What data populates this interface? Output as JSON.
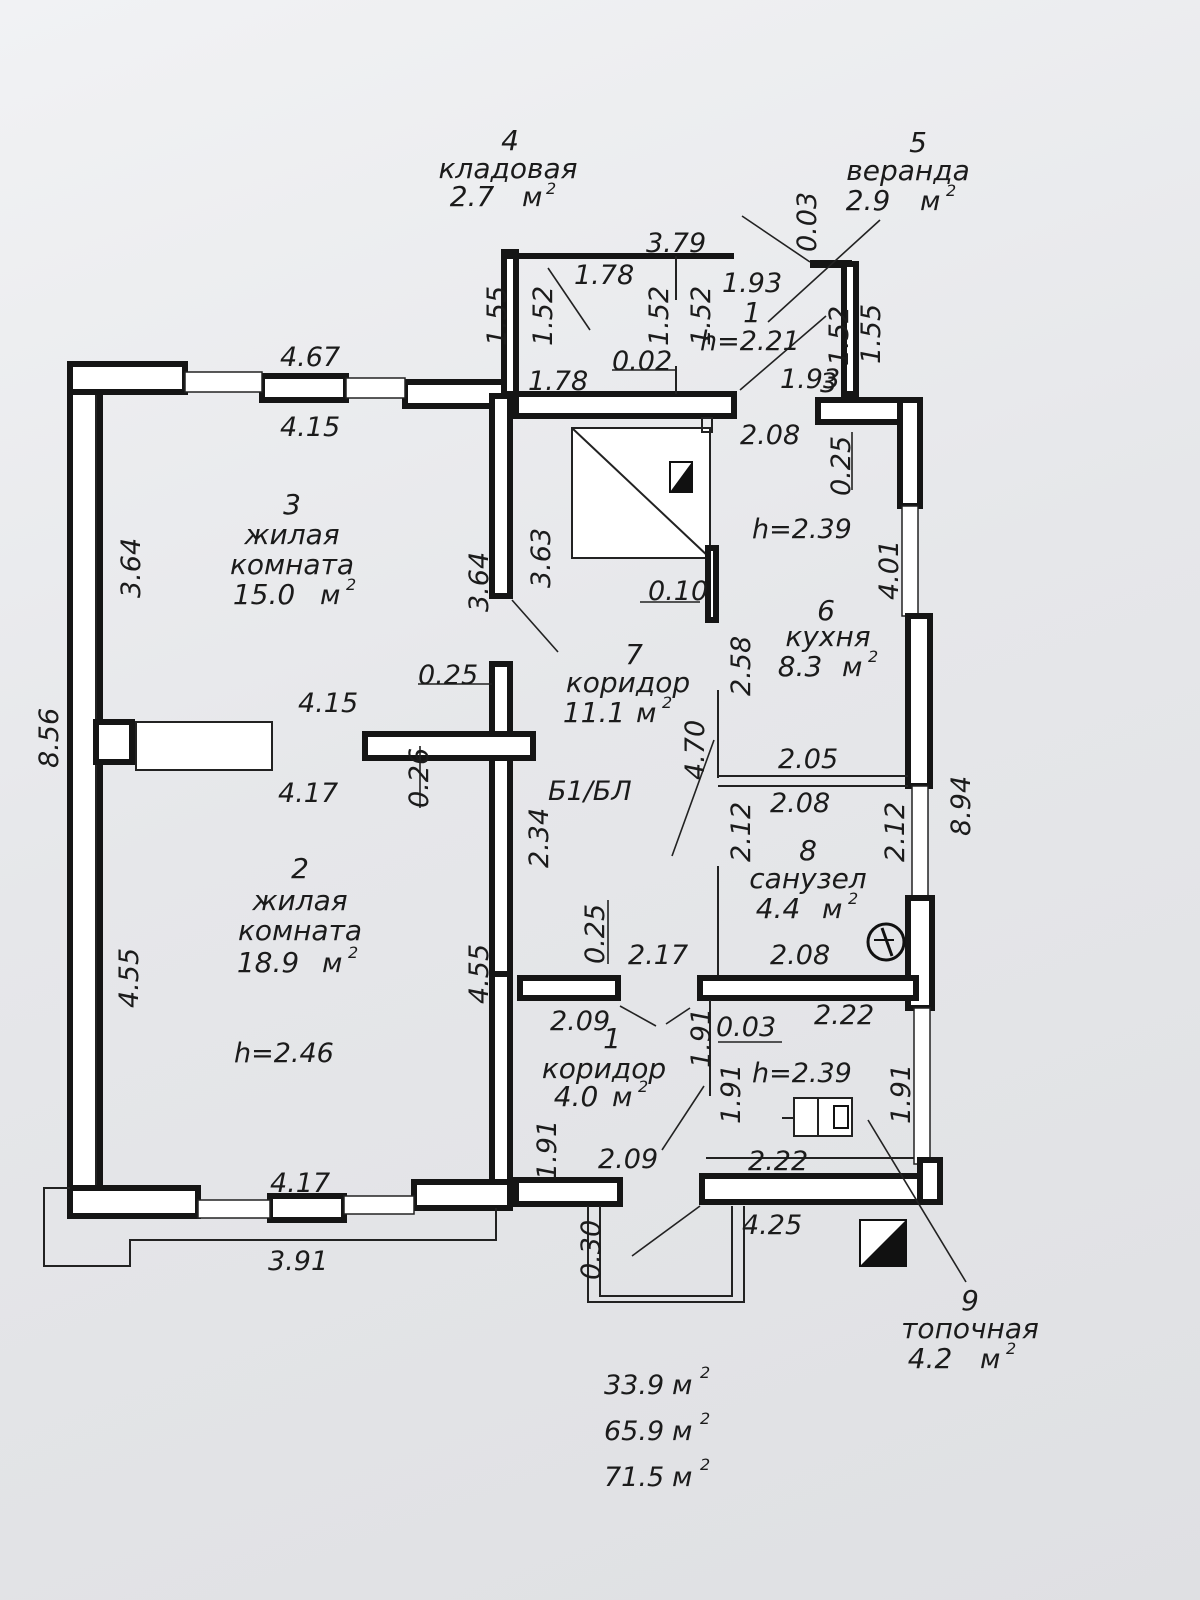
{
  "rooms": {
    "r1": {
      "num": "1",
      "name": "коридор",
      "area": "4.0",
      "unit": "м"
    },
    "r2": {
      "num": "2",
      "name1": "жилая",
      "name2": "комната",
      "area": "18.9",
      "unit": "м",
      "height": "h=2.46"
    },
    "r3": {
      "num": "3",
      "name1": "жилая",
      "name2": "комната",
      "area": "15.0",
      "unit": "м"
    },
    "r4": {
      "num": "4",
      "name": "кладовая",
      "area": "2.7",
      "unit": "м"
    },
    "r5": {
      "num": "5",
      "name": "веранда",
      "area": "2.9",
      "unit": "м"
    },
    "r6": {
      "num": "6",
      "name": "кухня",
      "area": "8.3",
      "unit": "м",
      "height": "h=2.39"
    },
    "r7": {
      "num": "7",
      "name": "коридор",
      "area": "11.1",
      "unit": "м",
      "code": "Б1/БЛ"
    },
    "r8": {
      "num": "8",
      "name": "санузел",
      "area": "4.4",
      "unit": "м"
    },
    "r9": {
      "num": "9",
      "name": "топочная",
      "area": "4.2",
      "unit": "м",
      "height": "h=2.39"
    },
    "porch": {
      "num": "1",
      "height": "h=2.21"
    }
  },
  "sup2": "2",
  "dims": {
    "d_4_67": "4.67",
    "d_4_15_top": "4.15",
    "d_3_64_l": "3.64",
    "d_3_64_r": "3.64",
    "d_3_63": "3.63",
    "d_8_56": "8.56",
    "d_4_15_mid": "4.15",
    "d_4_17_mid": "4.17",
    "d_0_26": "0.26",
    "d_0_25_a": "0.25",
    "d_4_55_l": "4.55",
    "d_4_55_r": "4.55",
    "d_4_17_bot": "4.17",
    "d_3_91": "3.91",
    "d_2_34": "2.34",
    "d_0_25_b": "0.25",
    "d_2_17": "2.17",
    "d_2_09_top": "2.09",
    "d_2_09_bot": "2.09",
    "d_1_91_a": "1.91",
    "d_1_91_b": "1.91",
    "d_1_91_c": "1.91",
    "d_1_91_d": "1.91",
    "d_0_03_a": "0.03",
    "d_0_30": "0.30",
    "d_3_79": "3.79",
    "d_1_78_top": "1.78",
    "d_1_78_bot": "1.78",
    "d_1_55_l": "1.55",
    "d_1_52_a": "1.52",
    "d_1_52_b": "1.52",
    "d_1_52_c": "1.52",
    "d_1_52_d": "1.52",
    "d_1_93_top": "1.93",
    "d_1_93_bot": "1.93",
    "d_0_02": "0.02",
    "d_0_03_b": "0.03",
    "d_1_55_r": "1.55",
    "d_2_08_a": "2.08",
    "d_0_25_c": "0.25",
    "d_0_10": "0.10",
    "d_4_01": "4.01",
    "d_2_58": "2.58",
    "d_4_70": "4.70",
    "d_2_05": "2.05",
    "d_2_08_b": "2.08",
    "d_2_12_a": "2.12",
    "d_2_12_b": "2.12",
    "d_8_94": "8.94",
    "d_2_08_c": "2.08",
    "d_2_22_top": "2.22",
    "d_2_22_bot": "2.22",
    "d_4_25": "4.25",
    "d_3": "3"
  },
  "totals": [
    {
      "value": "33.9",
      "unit": "м"
    },
    {
      "value": "65.9",
      "unit": "м"
    },
    {
      "value": "71.5",
      "unit": "м"
    }
  ],
  "icons": [
    "stair-hatch-icon",
    "electric-meter-icon",
    "gas-meter-icon",
    "boiler-icon",
    "chimney-icon"
  ]
}
